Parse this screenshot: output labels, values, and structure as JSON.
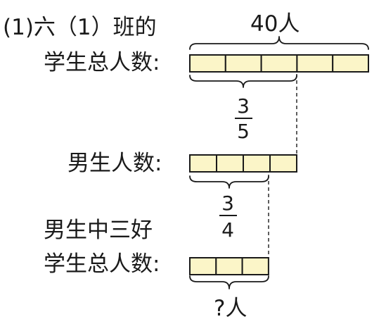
{
  "problem": {
    "label_line1": "(1)六（1）班的",
    "label_line2": "学生总人数:",
    "total_value": "40人",
    "total_segments": 5
  },
  "boys": {
    "fraction": {
      "numerator": "3",
      "denominator": "5"
    },
    "label": "男生人数:",
    "segments": 4
  },
  "good_students": {
    "fraction": {
      "numerator": "3",
      "denominator": "4"
    },
    "label_line1": "男生中三好",
    "label_line2": "学生总人数:",
    "segments": 3,
    "unknown": "?人"
  },
  "colors": {
    "segment_fill": "#fbf5c8",
    "ink": "#1a1a1a"
  }
}
